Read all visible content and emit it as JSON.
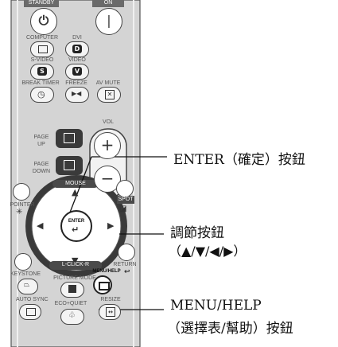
{
  "remote": {
    "top_buttons": {
      "standby_label": "STANDBY",
      "on_label": "ON"
    },
    "source_row1": {
      "computer_label": "COMPUTER",
      "dvi_label": "DVI",
      "dvi_icon": "D"
    },
    "source_row2": {
      "svideo_label": "S-VIDEO",
      "svideo_icon": "S",
      "video_label": "VIDEO",
      "video_icon": "V"
    },
    "row3": {
      "break_timer_label": "BREAK TIMER",
      "freeze_label": "FREEZE",
      "av_mute_label": "AV MUTE"
    },
    "page_up": [
      "PAGE",
      "UP"
    ],
    "page_down": [
      "PAGE",
      "DOWN"
    ],
    "vol_label": "VOL",
    "mouse_label": "MOUSE",
    "pointer_label": "POINTER",
    "spot_label": "SPOT",
    "enter_label": "ENTER",
    "lower_row": {
      "keystone_label": "KEYSTONE",
      "lclick_label": "L-CLICK-R",
      "return_label": "RETURN"
    },
    "picture_mode_label": "PICTURE MODE",
    "menu_help_label": "MENU/HELP",
    "bottom_row": {
      "auto_sync_label": "AUTO SYNC",
      "eco_quiet_label": "ECO+QUIET",
      "resize_label": "RESIZE"
    }
  },
  "callouts": {
    "enter": "ENTER（確定）按鈕",
    "adjust_line1": "調節按鈕",
    "adjust_line2": "（▲/▼/◀/▶）",
    "menu_line1": "MENU/HELP",
    "menu_line2": "（選擇表/幫助）按鈕"
  }
}
